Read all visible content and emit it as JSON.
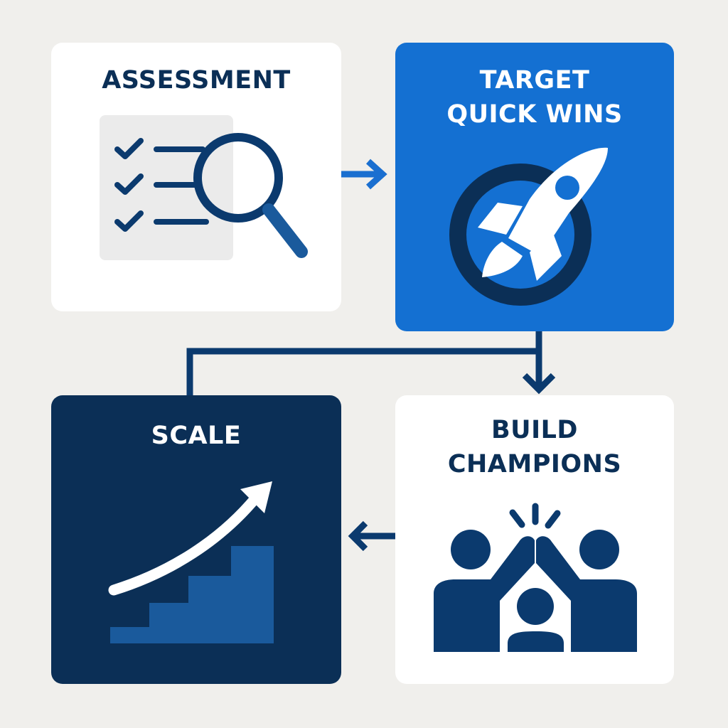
{
  "steps": [
    {
      "title": "ASSESSMENT",
      "icon": "checklist-magnifier-icon"
    },
    {
      "title_line1": "TARGET",
      "title_line2": "QUICK WINS",
      "icon": "rocket-target-icon"
    },
    {
      "title_line1": "BUILD",
      "title_line2": "CHAMPIONS",
      "icon": "high-five-people-icon"
    },
    {
      "title": "SCALE",
      "icon": "growth-stairs-icon"
    }
  ],
  "colors": {
    "background": "#f0efec",
    "blue": "#1470d2",
    "navy": "#0b2f56",
    "white": "#ffffff",
    "stair": "#1a5a9c"
  }
}
